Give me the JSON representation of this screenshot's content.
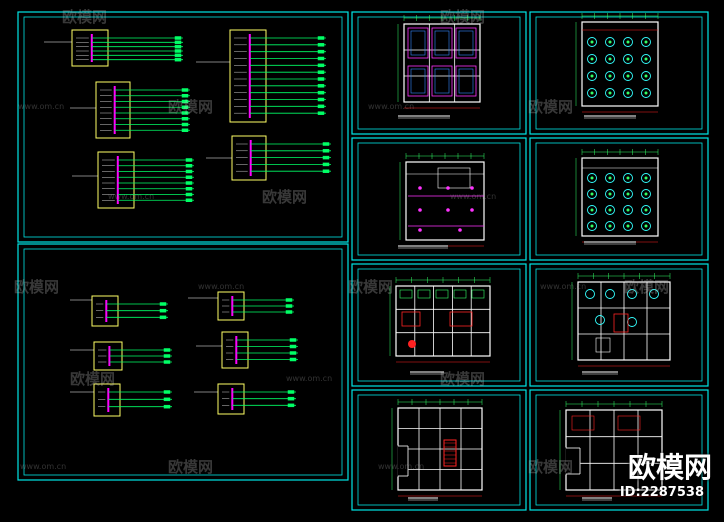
{
  "watermark": {
    "brand": "欧模网",
    "url": "www.om.cn",
    "logo": "欧模网",
    "id_text": "ID:2287538"
  },
  "colors": {
    "background": "#000000",
    "frame": "#00e5e5",
    "wire": "#00ff66",
    "bus": "#ff00ff",
    "panel": "#ffff66",
    "line": "#ffffff",
    "plan_magenta": "#ff33ff",
    "plan_red": "#ff2222",
    "plan_green": "#33ff66",
    "plan_blue": "#3388ff",
    "plan_cyan": "#33ffff"
  },
  "sheets": [
    {
      "id": "system-diagram-a",
      "type": "electrical-system"
    },
    {
      "id": "system-diagram-b",
      "type": "electrical-system"
    },
    {
      "id": "plan-1",
      "type": "lighting-plan"
    },
    {
      "id": "plan-2",
      "type": "furniture-plan"
    },
    {
      "id": "plan-3",
      "type": "ceiling-plan"
    },
    {
      "id": "plan-4",
      "type": "furniture-plan"
    },
    {
      "id": "plan-5",
      "type": "floor-plan"
    },
    {
      "id": "plan-6",
      "type": "floor-plan"
    },
    {
      "id": "plan-7",
      "type": "floor-plan"
    },
    {
      "id": "plan-8",
      "type": "floor-plan"
    }
  ]
}
